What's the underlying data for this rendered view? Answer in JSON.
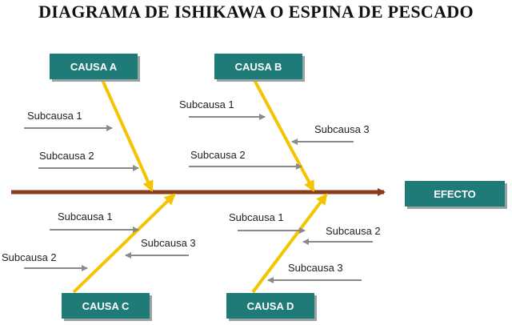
{
  "title": "DIAGRAMA DE ISHIKAWA O ESPINA DE PESCADO",
  "effect": "EFECTO",
  "causes": {
    "a": {
      "label": "CAUSA A",
      "subs": [
        "Subcausa 1",
        "Subcausa 2"
      ]
    },
    "b": {
      "label": "CAUSA B",
      "subs": [
        "Subcausa 1",
        "Subcausa 3",
        "Subcausa 2"
      ]
    },
    "c": {
      "label": "CAUSA C",
      "subs": [
        "Subcausa 1",
        "Subcausa 3",
        "Subcausa 2"
      ]
    },
    "d": {
      "label": "CAUSA D",
      "subs": [
        "Subcausa 1",
        "Subcausa 2",
        "Subcausa 3"
      ]
    }
  },
  "colors": {
    "box": "#1f7b78",
    "spine": "#8b3a1a",
    "bone": "#f5c400",
    "sub_arrow": "#8a8a8a"
  }
}
